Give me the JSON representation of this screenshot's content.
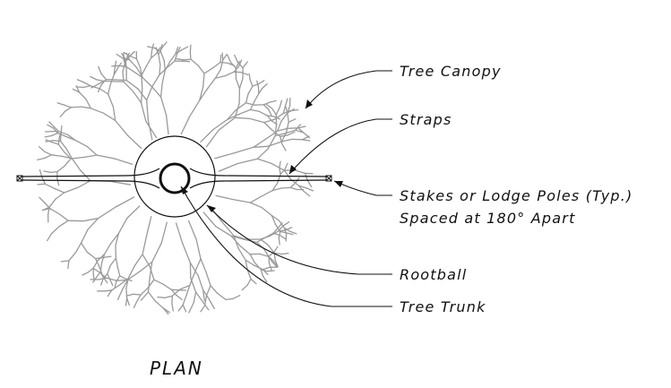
{
  "diagram": {
    "labels": {
      "tree_canopy": "Tree Canopy",
      "straps": "Straps",
      "stakes_line1": "Stakes or Lodge Poles (Typ.)",
      "stakes_line2": "Spaced at 180° Apart",
      "rootball": "Rootball",
      "tree_trunk": "Tree Trunk"
    },
    "title": "PLAN",
    "colors": {
      "branches": "#9a9a9a",
      "linework": "#111111",
      "background": "#ffffff"
    }
  }
}
